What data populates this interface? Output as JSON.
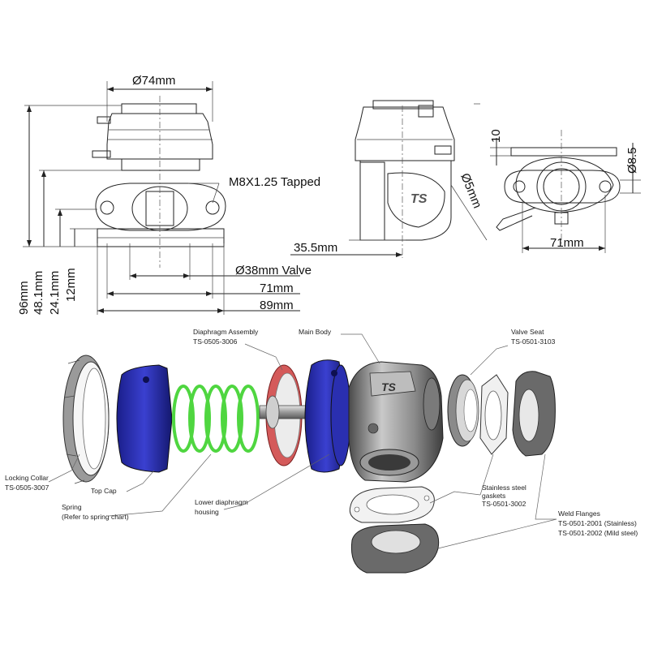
{
  "dimensions": {
    "d74": "Ø74mm",
    "tapped": "M8X1.25 Tapped",
    "valve38": "Ø38mm Valve",
    "w71": "71mm",
    "w89": "89mm",
    "h96": "96mm",
    "h48": "48.1mm",
    "h24": "24.1mm",
    "h12": "12mm",
    "w35": "35.5mm",
    "d5": "Ø5mm",
    "h10": "10",
    "d85": "Ø8.5",
    "w71b": "71mm"
  },
  "parts": {
    "diaphragm_title": "Diaphragm Assembly",
    "diaphragm_code": "TS-0505-3006",
    "main_body": "Main Body",
    "valve_seat_title": "Valve Seat",
    "valve_seat_code": "TS-0501-3103",
    "collar_title": "Locking Collar",
    "collar_code": "TS-0505-3007",
    "top_cap": "Top Cap",
    "spring_title": "Spring",
    "spring_note": "(Refer to spring chart)",
    "lower_title": "Lower diaphragm",
    "lower_sub": "housing",
    "gasket_title": "Stainless steel",
    "gasket_sub": "gaskets",
    "gasket_code": "TS-0501-3002",
    "flange_title": "Weld Flanges",
    "flange_code1": "TS-0501-2001 (Stainless)",
    "flange_code2": "TS-0501-2002 (Mild steel)"
  },
  "colors": {
    "blue_part": "#2a2fb0",
    "spring_green": "#4fd640",
    "diaphragm_red": "#d45a5a",
    "metal": "#8a8a8a"
  }
}
